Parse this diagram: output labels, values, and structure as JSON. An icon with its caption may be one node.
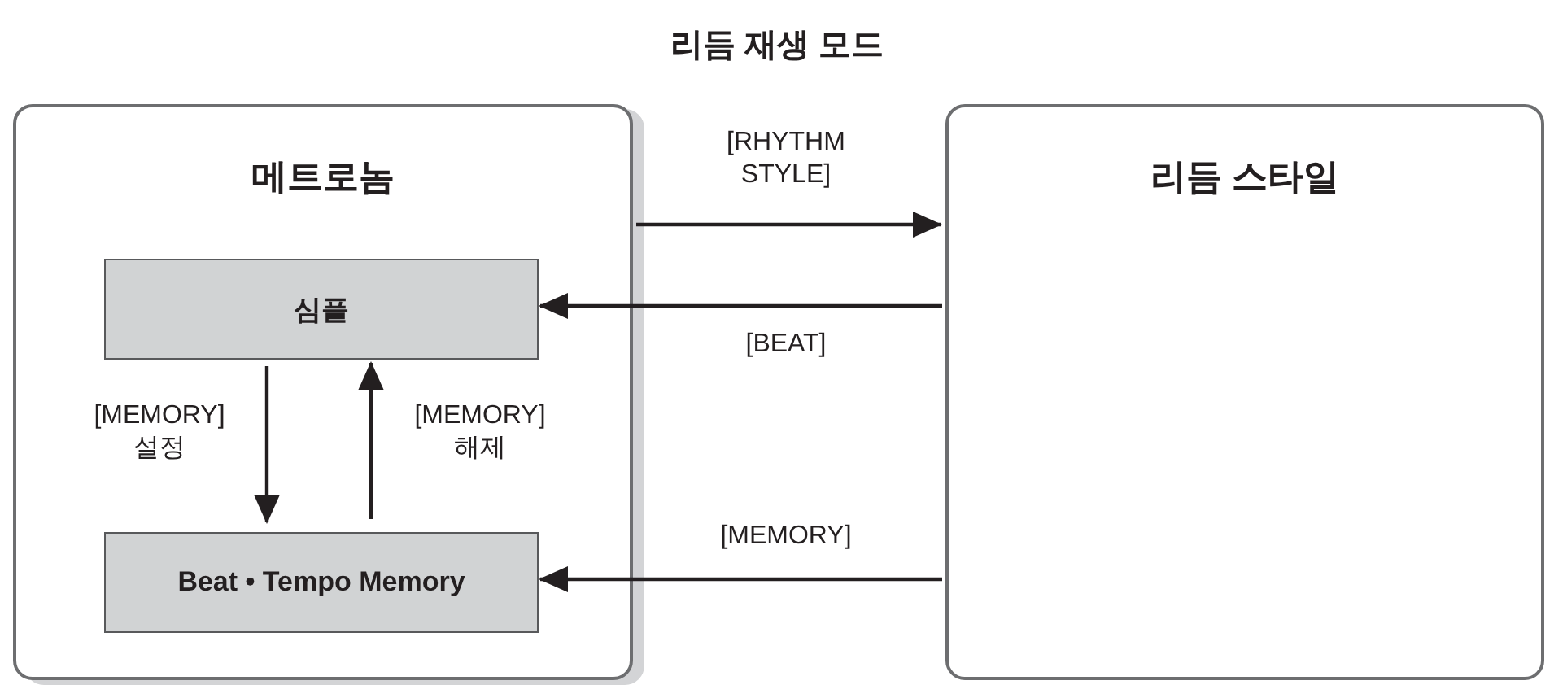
{
  "diagram": {
    "title": "리듬 재생 모드",
    "nodes": [
      {
        "text": [
          "메트로놈"
        ]
      },
      {
        "text": [
          "심플"
        ],
        "in": 0
      },
      {
        "text": [
          "Beat • Tempo Memory"
        ],
        "in": 0
      },
      {
        "text": [
          "리듬 스타일"
        ]
      }
    ],
    "edges": [
      {
        "from": 0,
        "to": 3,
        "arrow": "to",
        "label": "[RHYTHM STYLE]"
      },
      {
        "from": 3,
        "to": 1,
        "arrow": "to",
        "label": "[BEAT]"
      },
      {
        "from": 1,
        "to": 2,
        "arrow": "to",
        "label": "[MEMORY] 설정"
      },
      {
        "from": 2,
        "to": 1,
        "arrow": "to",
        "label": "[MEMORY] 해제"
      },
      {
        "from": 3,
        "to": 2,
        "arrow": "to",
        "label": "[MEMORY]"
      }
    ]
  }
}
